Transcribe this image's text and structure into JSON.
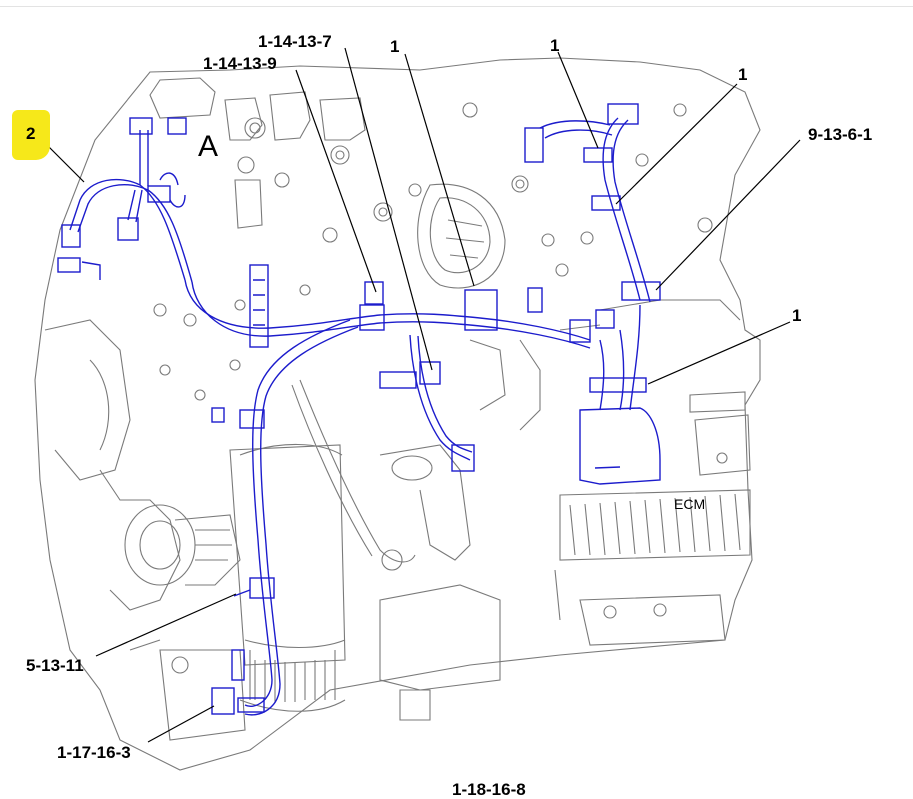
{
  "diagram": {
    "callouts": {
      "c2": "2",
      "c_1_14_13_7": "1-14-13-7",
      "c_1_14_13_9": "1-14-13-9",
      "c_1a": "1",
      "c_1b": "1",
      "c_1c": "1",
      "c_9_13_6_1": "9-13-6-1",
      "c_1d": "1",
      "c_5_13_11": "5-13-11",
      "c_1_17_16_3": "1-17-16-3",
      "c_bottom_cut": "1-18-16-8"
    },
    "view_letter": "A",
    "ecm_label": "ECM",
    "colors": {
      "line_art": "#7a7a7a",
      "harness": "#1c1ccc",
      "leader": "#000000",
      "highlight": "#f6e81a"
    }
  }
}
